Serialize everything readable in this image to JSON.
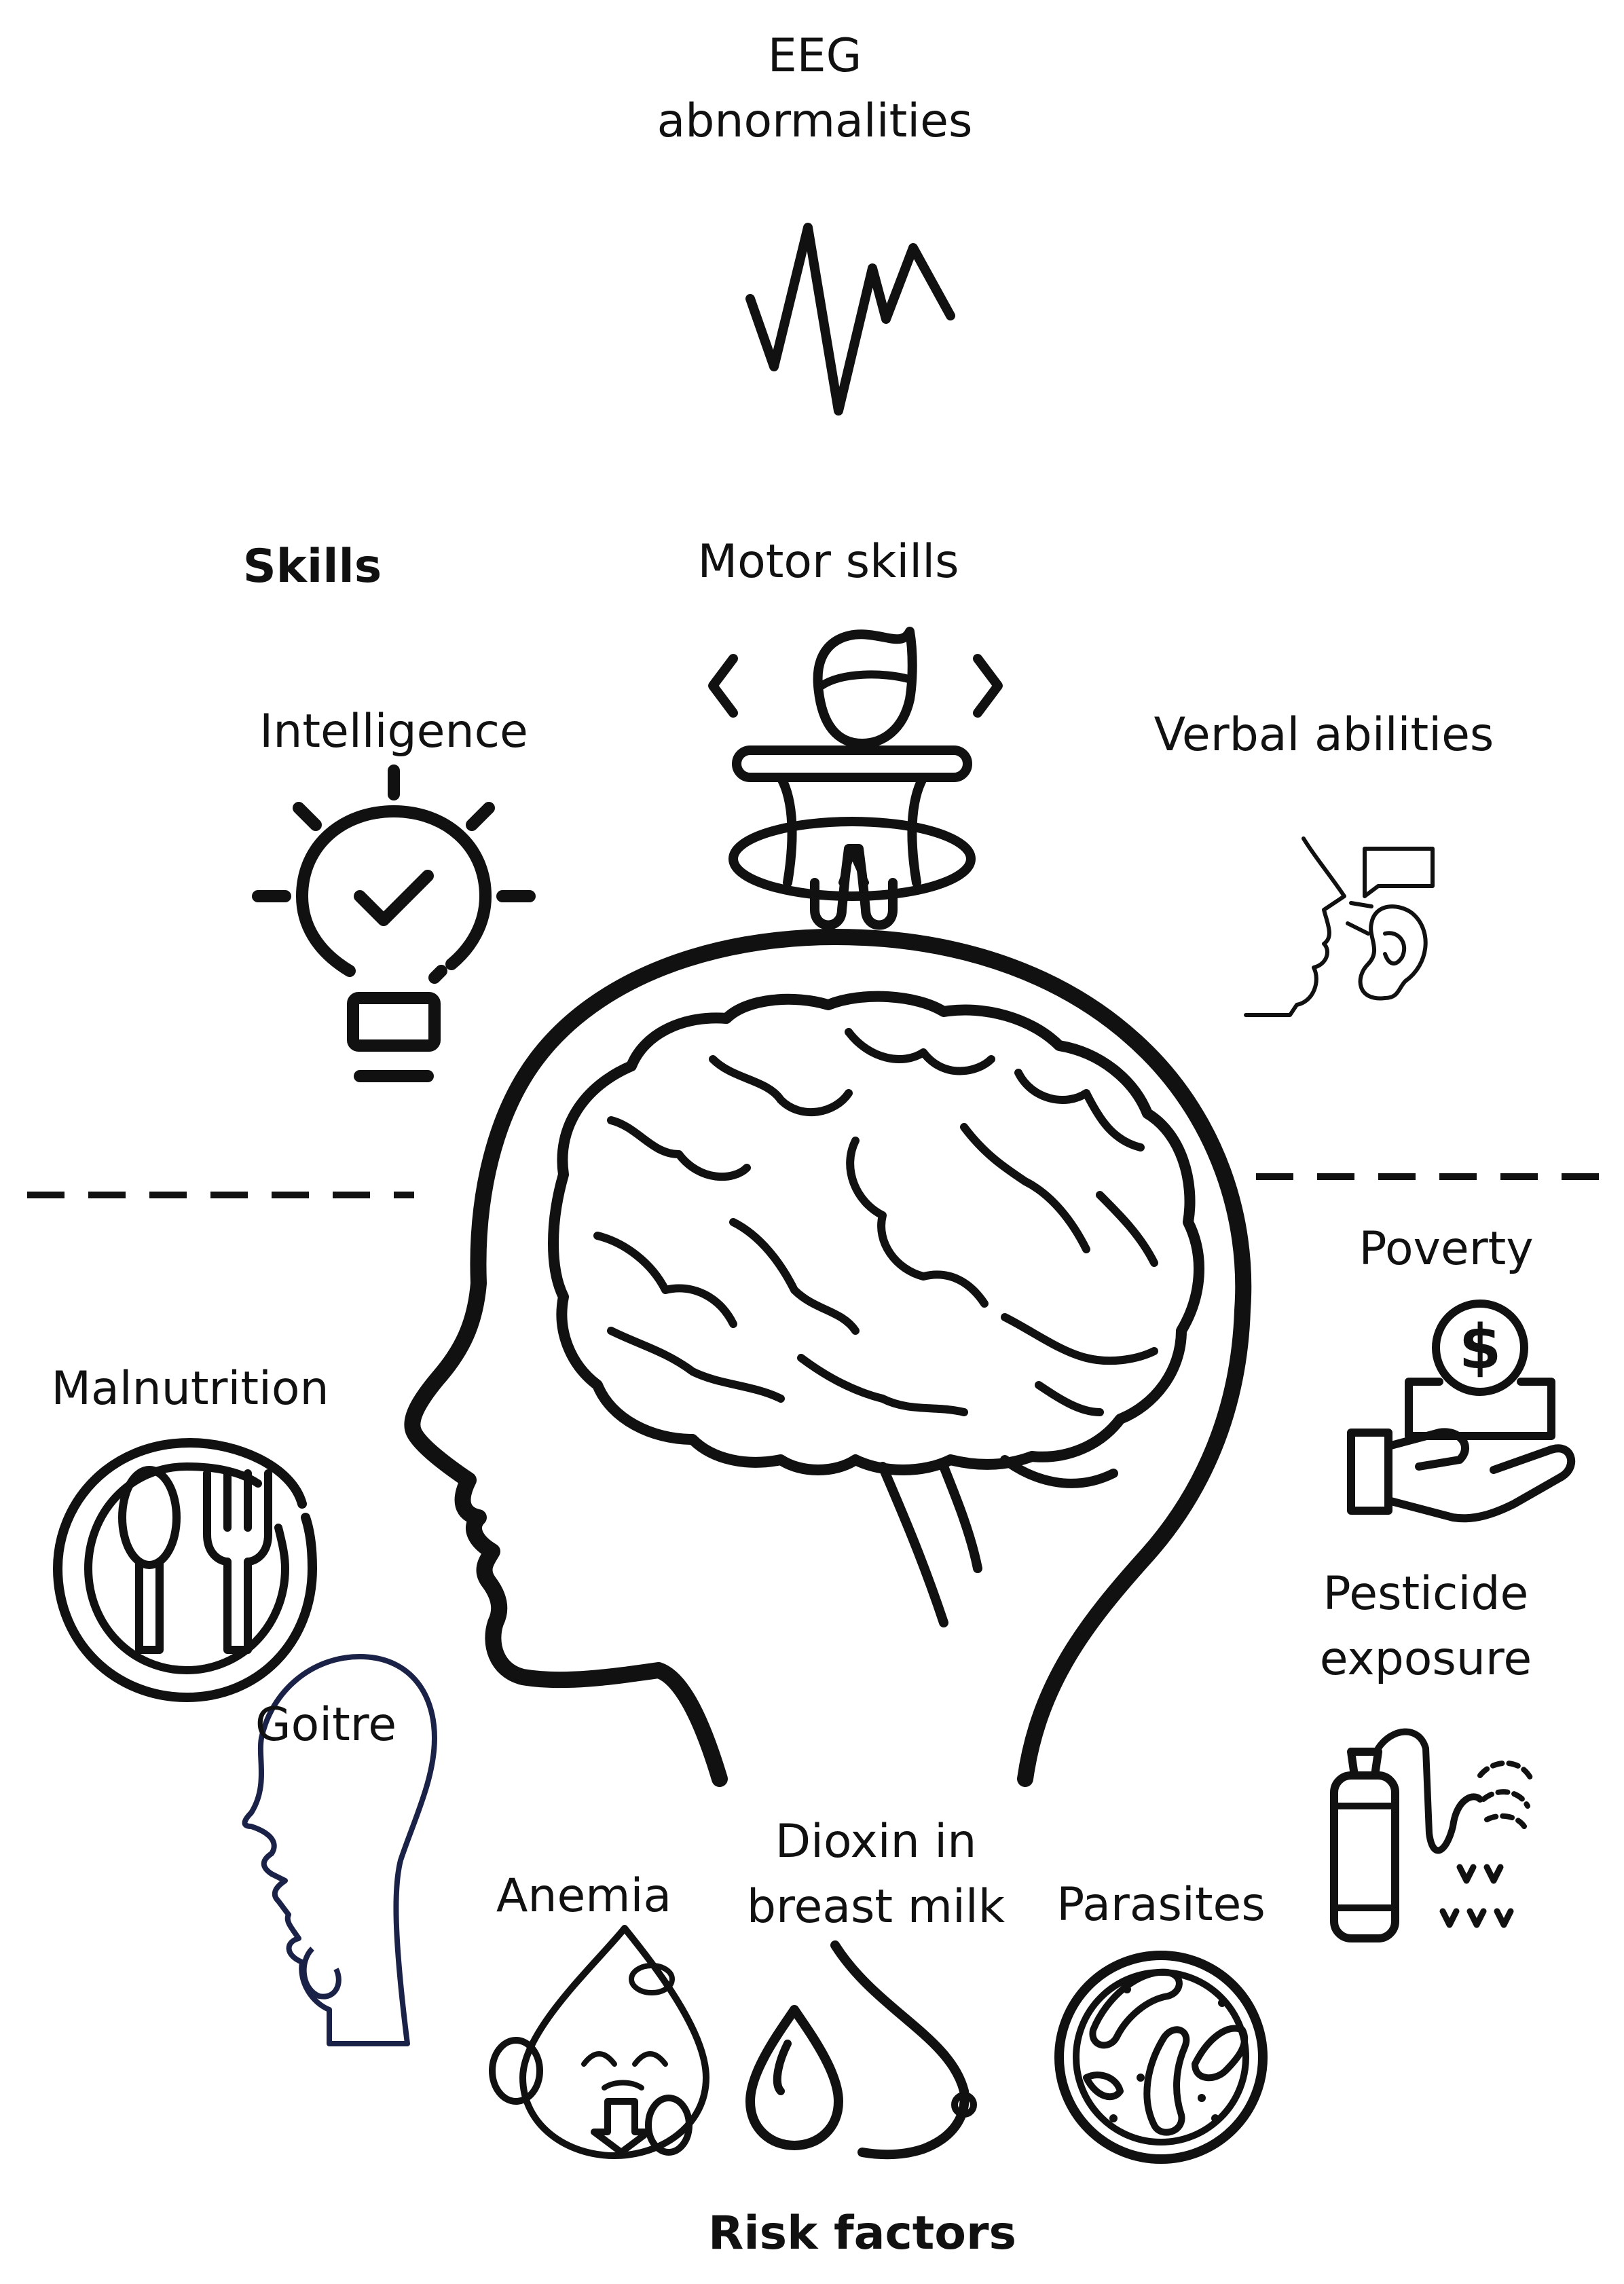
{
  "headers": {
    "skills": "Skills",
    "risk_factors": "Risk factors"
  },
  "skills": {
    "eeg": {
      "line1": "EEG",
      "line2": "abnormalities"
    },
    "motor": "Motor skills",
    "intelligence": "Intelligence",
    "verbal": "Verbal abilities"
  },
  "risks": {
    "poverty": "Poverty",
    "malnutrition": "Malnutrition",
    "pesticide": {
      "line1": "Pesticide",
      "line2": "exposure"
    },
    "goitre": "Goitre",
    "anemia": "Anemia",
    "dioxin": {
      "line1": "Dioxin in",
      "line2": "breast milk"
    },
    "parasites": "Parasites"
  },
  "icons": {
    "eeg": "eeg-wave-icon",
    "motor": "rotating-person-icon",
    "intelligence": "lightbulb-check-icon",
    "verbal": "speaking-face-ear-icon",
    "brain": "head-brain-icon",
    "poverty": "hand-coin-icon",
    "malnutrition": "plate-spoon-fork-icon",
    "pesticide": "sprayer-tank-icon",
    "goitre": "head-profile-goitre-icon",
    "anemia": "blood-drop-down-icon",
    "dioxin": "breast-milk-drop-icon",
    "parasites": "petri-dish-parasites-icon"
  },
  "colors": {
    "ink": "#111111",
    "goitre_outline": "#1b2247"
  }
}
